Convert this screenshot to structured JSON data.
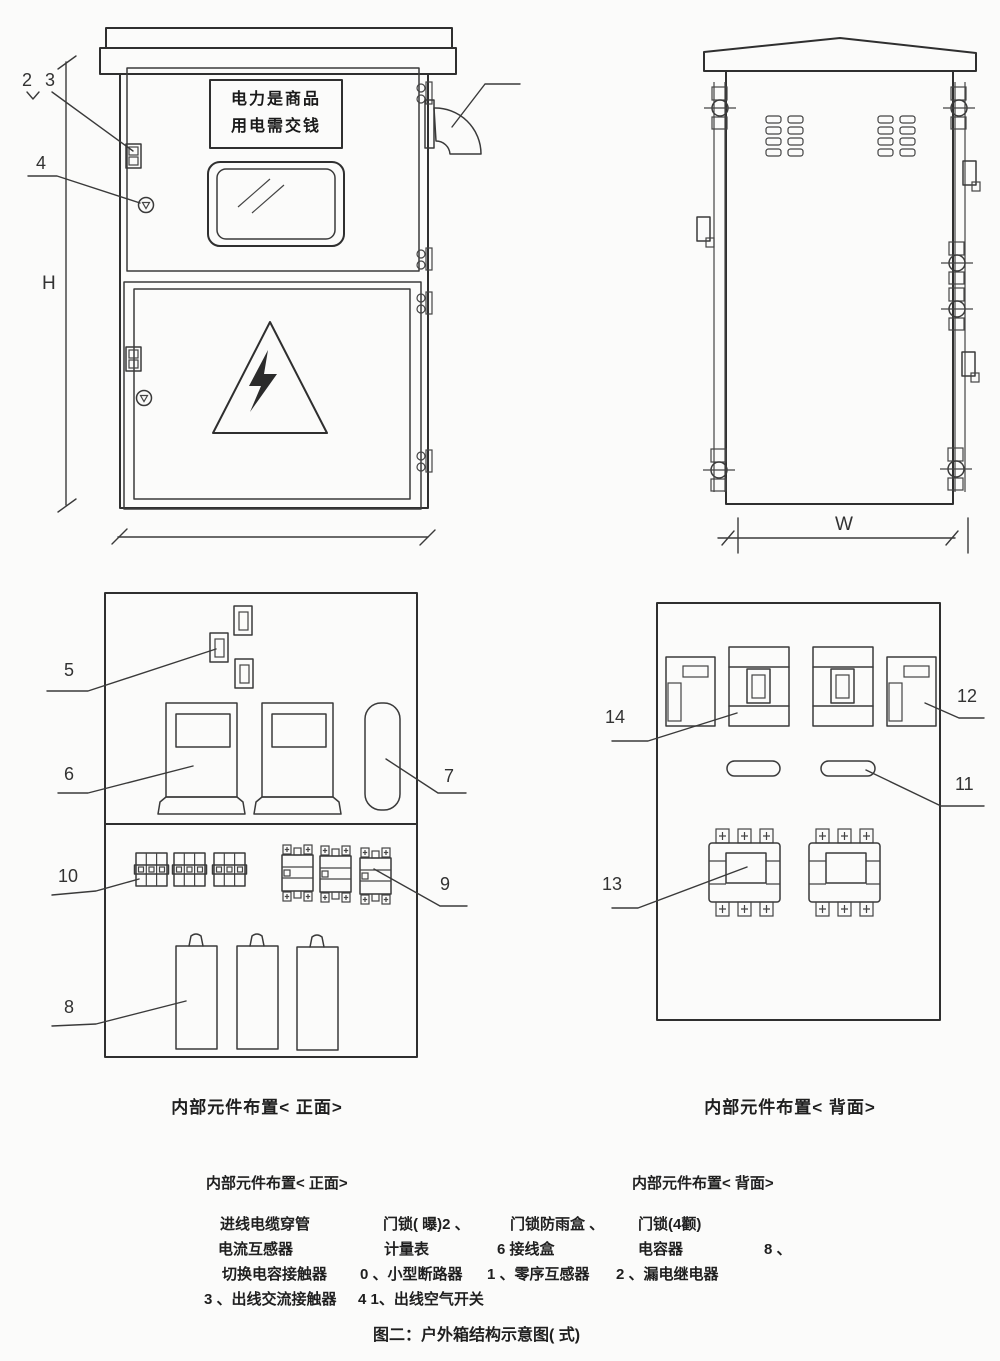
{
  "front_view": {
    "sign_line1": "电力是商品",
    "sign_line2": "用电需交钱",
    "dim_h": "H"
  },
  "back_view": {
    "dim_w": "W"
  },
  "callouts": {
    "c2": "2",
    "c3": "3",
    "c4": "4",
    "c5": "5",
    "c6": "6",
    "c7": "7",
    "c8": "8",
    "c9": "9",
    "c10": "10",
    "c11": "11",
    "c12": "12",
    "c13": "13",
    "c14": "14"
  },
  "captions": {
    "front_layout": "内部元件布置< 正面>",
    "back_layout": "内部元件布置< 背面>",
    "figure": "图二：户外箱结构示意图( 式)"
  },
  "legend": {
    "front_header": "内部元件布置< 正面>",
    "back_header": "内部元件布置< 背面>",
    "row1": [
      "进线电缆穿管",
      "门锁( 曝)2 、",
      "门锁防雨盒 、",
      "门锁(4颧)"
    ],
    "row2": [
      "电流互感器",
      "计量表",
      "6 接线盒",
      "电容器",
      "8 、"
    ],
    "row3": [
      "切换电容接触器",
      "0 、小型断路器",
      "1 、零序互感器",
      "2 、漏电继电器"
    ],
    "row4": [
      "3 、出线交流接触器",
      "4 1、出线空气开关"
    ]
  }
}
